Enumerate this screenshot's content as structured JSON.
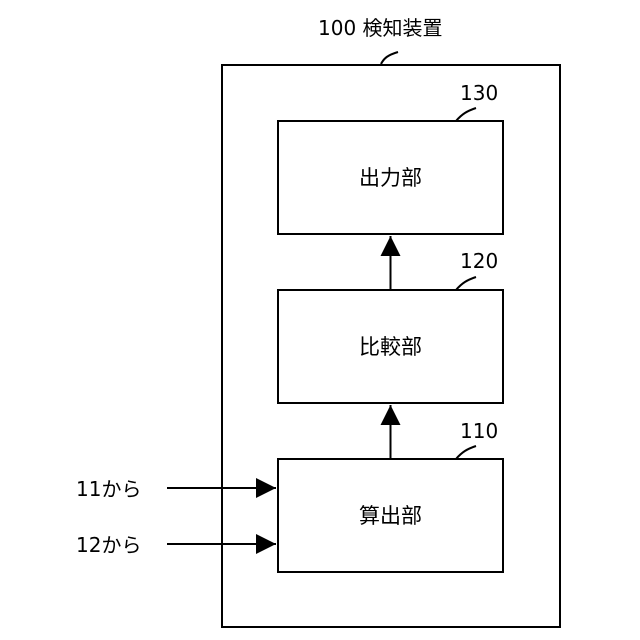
{
  "device": {
    "label": "100 検知装置"
  },
  "blocks": {
    "output": {
      "ref": "130",
      "label": "出力部"
    },
    "compare": {
      "ref": "120",
      "label": "比較部"
    },
    "calc": {
      "ref": "110",
      "label": "算出部"
    }
  },
  "inputs": {
    "first": "11から",
    "second": "12から"
  }
}
